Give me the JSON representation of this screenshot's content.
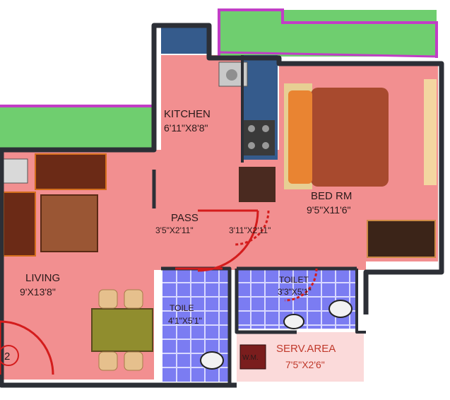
{
  "rooms": {
    "kitchen": {
      "name": "KITCHEN",
      "dims": "6'11\"X8'8\""
    },
    "bedroom": {
      "name": "BED RM",
      "dims": "9'5\"X11'6\""
    },
    "pass": {
      "name": "PASS",
      "dims": "3'5\"X2'11\""
    },
    "pass2": {
      "dims": "3'11\"X2'11\""
    },
    "living": {
      "name": "LIVING",
      "dims": "9'X13'8\""
    },
    "toilet1": {
      "name": "TOILE",
      "dims": "4'1\"X5'1\""
    },
    "toilet2": {
      "name": "TOILET",
      "dims": "3'3\"X5'1\""
    },
    "serv": {
      "name": "SERV.AREA",
      "dims": "7'5\"X2'6\""
    }
  },
  "labels": {
    "wm": "W.M.",
    "unit_number": "2"
  },
  "colors": {
    "wall": "#2c2f36",
    "floor": "#f28f90",
    "balcony": "#6fce6f",
    "balcony_edge": "#c13dc6",
    "tile": "#7b7cf2",
    "door": "#d41c1c"
  }
}
